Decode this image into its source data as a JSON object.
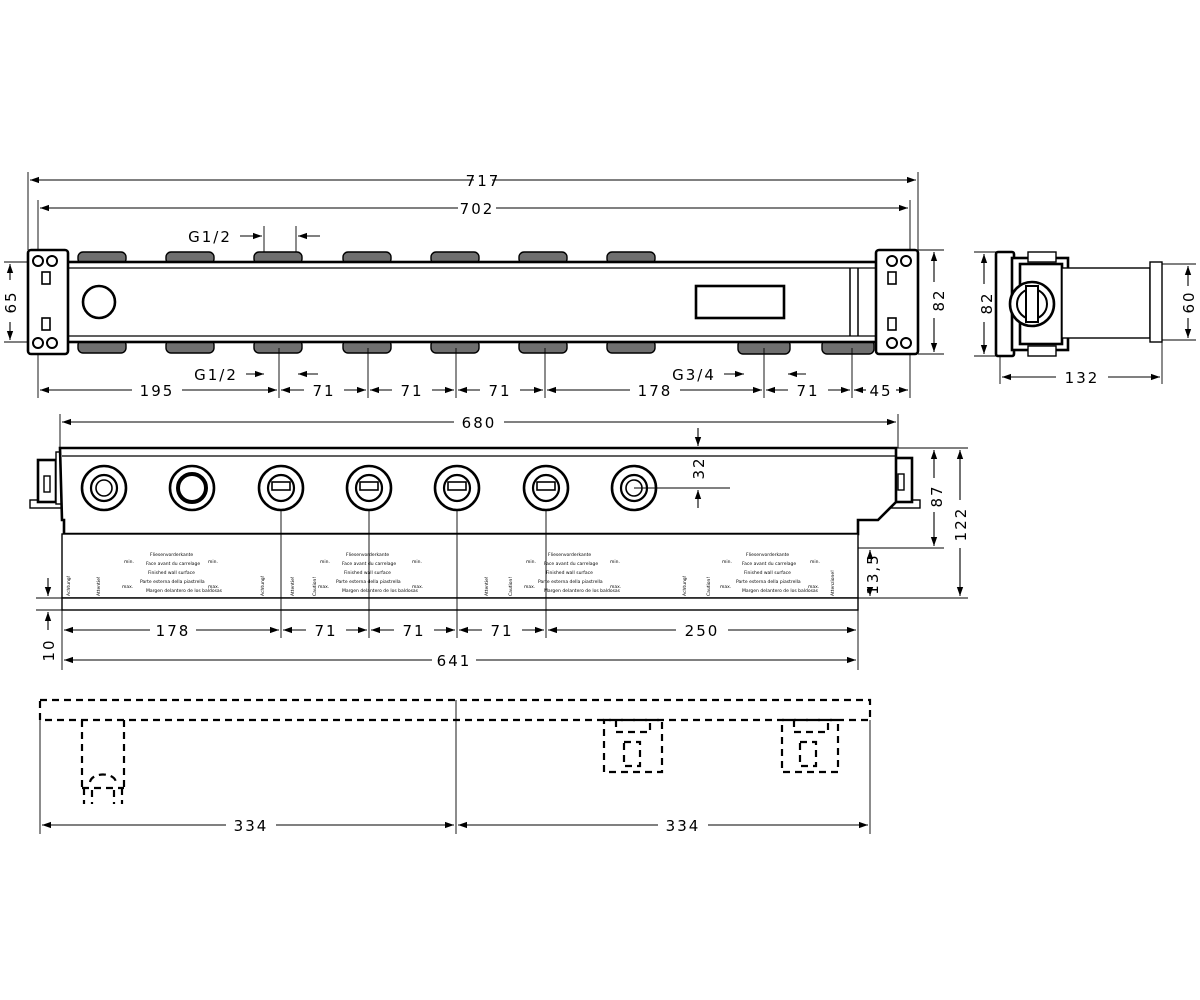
{
  "top_view": {
    "dims": {
      "overall_length": "717",
      "inner_length": "702",
      "thread_top": "G1/2",
      "thread_bottom": "G1/2",
      "thread_outlet": "G3/4",
      "d_195": "195",
      "d_71_a": "71",
      "d_71_b": "71",
      "d_71_c": "71",
      "d_178": "178",
      "d_71_d": "71",
      "d_45": "45",
      "height_65": "65",
      "height_82": "82"
    }
  },
  "side_view": {
    "dims": {
      "height_82": "82",
      "height_60": "60",
      "depth_132": "132"
    }
  },
  "front_view": {
    "dims": {
      "width_680": "680",
      "d_32": "32",
      "d_87": "87",
      "d_122": "122",
      "d_13_5": "13,5",
      "d_10": "10",
      "d_178": "178",
      "d_71_a": "71",
      "d_71_b": "71",
      "d_71_c": "71",
      "d_250": "250",
      "width_641": "641"
    },
    "template_text": {
      "face_de": "Fliesenvorderkante",
      "face_fr": "Face avant du carrelage",
      "face_en": "Finished wall surface",
      "face_it": "Parte esterna della piastrella",
      "face_es": "Margen delantero de los baldosas",
      "min": "min.",
      "max": "max.",
      "warn_de": "Achtung!",
      "warn_nl": "Attentie!",
      "warn_en": "Caution!",
      "warn_it": "Attenzione!"
    }
  },
  "bottom_view": {
    "dims": {
      "left_334": "334",
      "right_334": "334"
    }
  }
}
